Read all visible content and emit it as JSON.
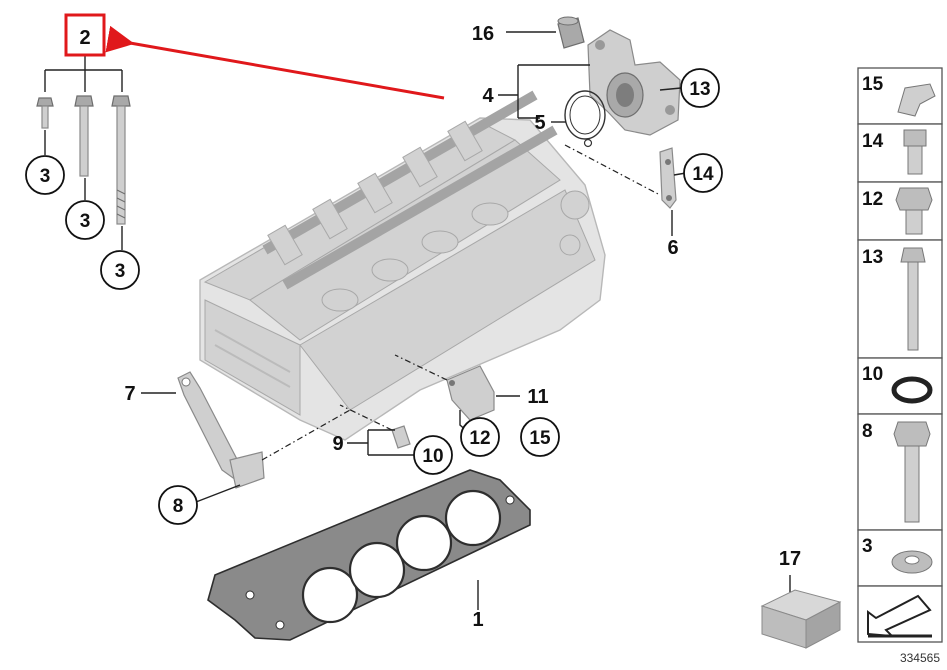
{
  "highlighted_callout": {
    "label": "2",
    "color": "#e0181b"
  },
  "callouts": {
    "c1": "1",
    "c4": "4",
    "c5": "5",
    "c6": "6",
    "c7": "7",
    "c9": "9",
    "c11": "11",
    "c16": "16",
    "c17": "17"
  },
  "circled": {
    "r3a": "3",
    "r3b": "3",
    "r3c": "3",
    "r8": "8",
    "r10": "10",
    "r12": "12",
    "r13": "13",
    "r14": "14",
    "r15": "15"
  },
  "legend": [
    {
      "label": "15",
      "icon": "clip-icon"
    },
    {
      "label": "14",
      "icon": "socket-bolt-icon"
    },
    {
      "label": "12",
      "icon": "hex-bolt-icon"
    },
    {
      "label": "13",
      "icon": "long-bolt-icon"
    },
    {
      "label": "10",
      "icon": "o-ring-icon"
    },
    {
      "label": "8",
      "icon": "hex-bolt-long-icon"
    },
    {
      "label": "3",
      "icon": "washer-icon"
    }
  ],
  "catalog_number": "334565"
}
